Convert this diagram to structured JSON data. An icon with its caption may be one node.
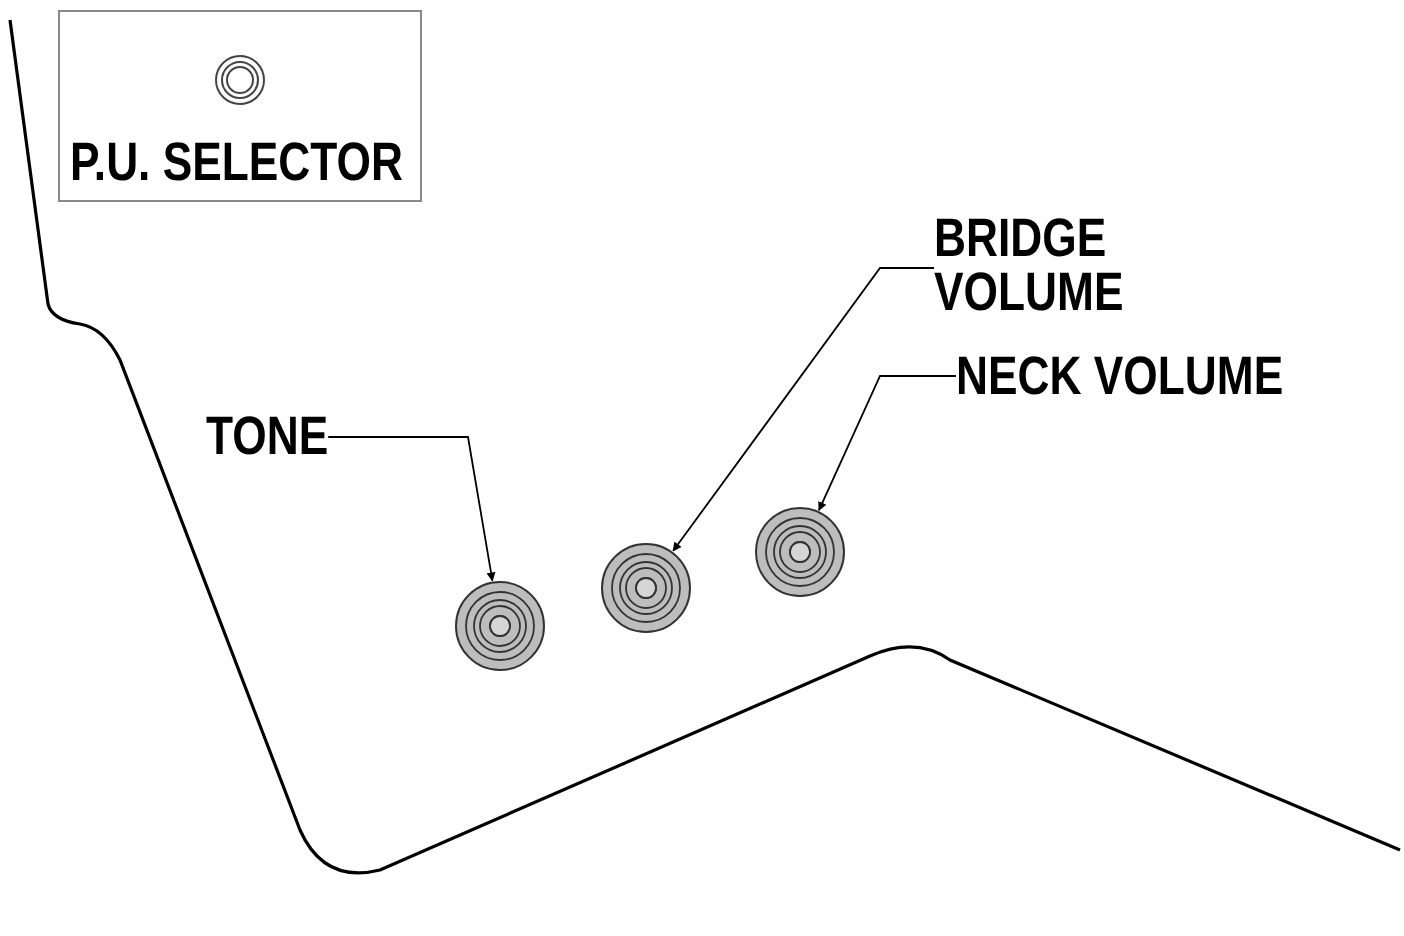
{
  "diagram": {
    "nodes": [
      {
        "text": [
          "P.U. SELECTOR"
        ]
      },
      {
        "text": [
          "TONE"
        ]
      },
      {
        "text": [
          "BRIDGE VOLUME"
        ]
      },
      {
        "text": [
          "NECK VOLUME"
        ]
      },
      {
        "text": [],
        "shape": "circle"
      },
      {
        "text": [],
        "shape": "circle"
      },
      {
        "text": [],
        "shape": "circle"
      }
    ],
    "edges": [
      {
        "from": 1,
        "to": 4,
        "arrow": "to"
      },
      {
        "from": 2,
        "to": 5,
        "arrow": "to"
      },
      {
        "from": 3,
        "to": 6,
        "arrow": "to"
      }
    ]
  }
}
